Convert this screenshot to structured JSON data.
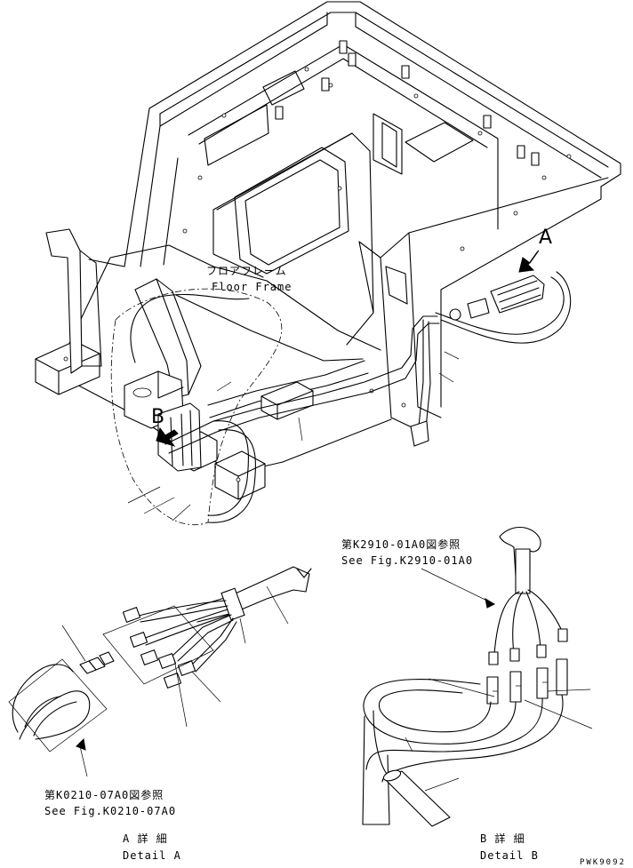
{
  "labels": {
    "floor_frame_jp": "フロアフレーム",
    "floor_frame_en": "Floor Frame",
    "callout_a": "A",
    "callout_b": "B",
    "ref_top_jp": "第K2910-01A0図参照",
    "ref_top_en": "See Fig.K2910-01A0",
    "ref_bottom_jp": "第K0210-07A0図参照",
    "ref_bottom_en": "See Fig.K0210-07A0",
    "detail_a_jp": "A 詳 細",
    "detail_a_en": "Detail A",
    "detail_b_jp": "B 詳 細",
    "detail_b_en": "Detail B",
    "drawing_code": "PWK9092"
  }
}
